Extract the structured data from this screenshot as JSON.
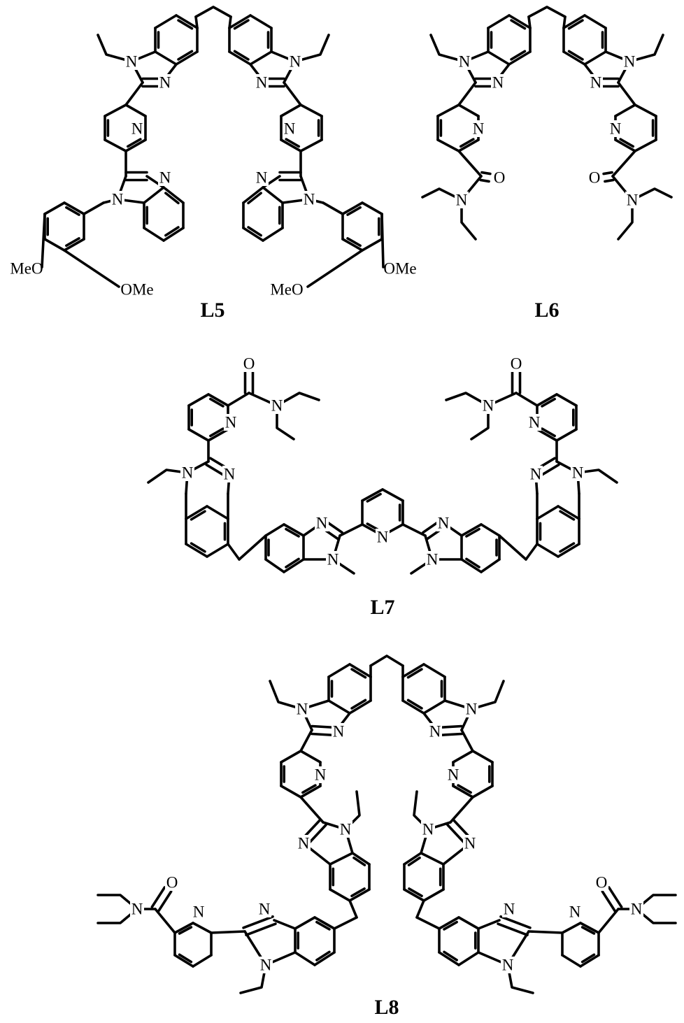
{
  "figure": {
    "compounds": [
      {
        "id": "L5",
        "label": "L5"
      },
      {
        "id": "L6",
        "label": "L6"
      },
      {
        "id": "L7",
        "label": "L7"
      },
      {
        "id": "L8",
        "label": "L8"
      }
    ],
    "atom_labels": {
      "nitrogen": "N",
      "oxygen": "O",
      "methoxy_right": "OMe",
      "methoxy_left": "MeO"
    }
  },
  "colors": {
    "bond": "#000000",
    "background": "#ffffff"
  }
}
